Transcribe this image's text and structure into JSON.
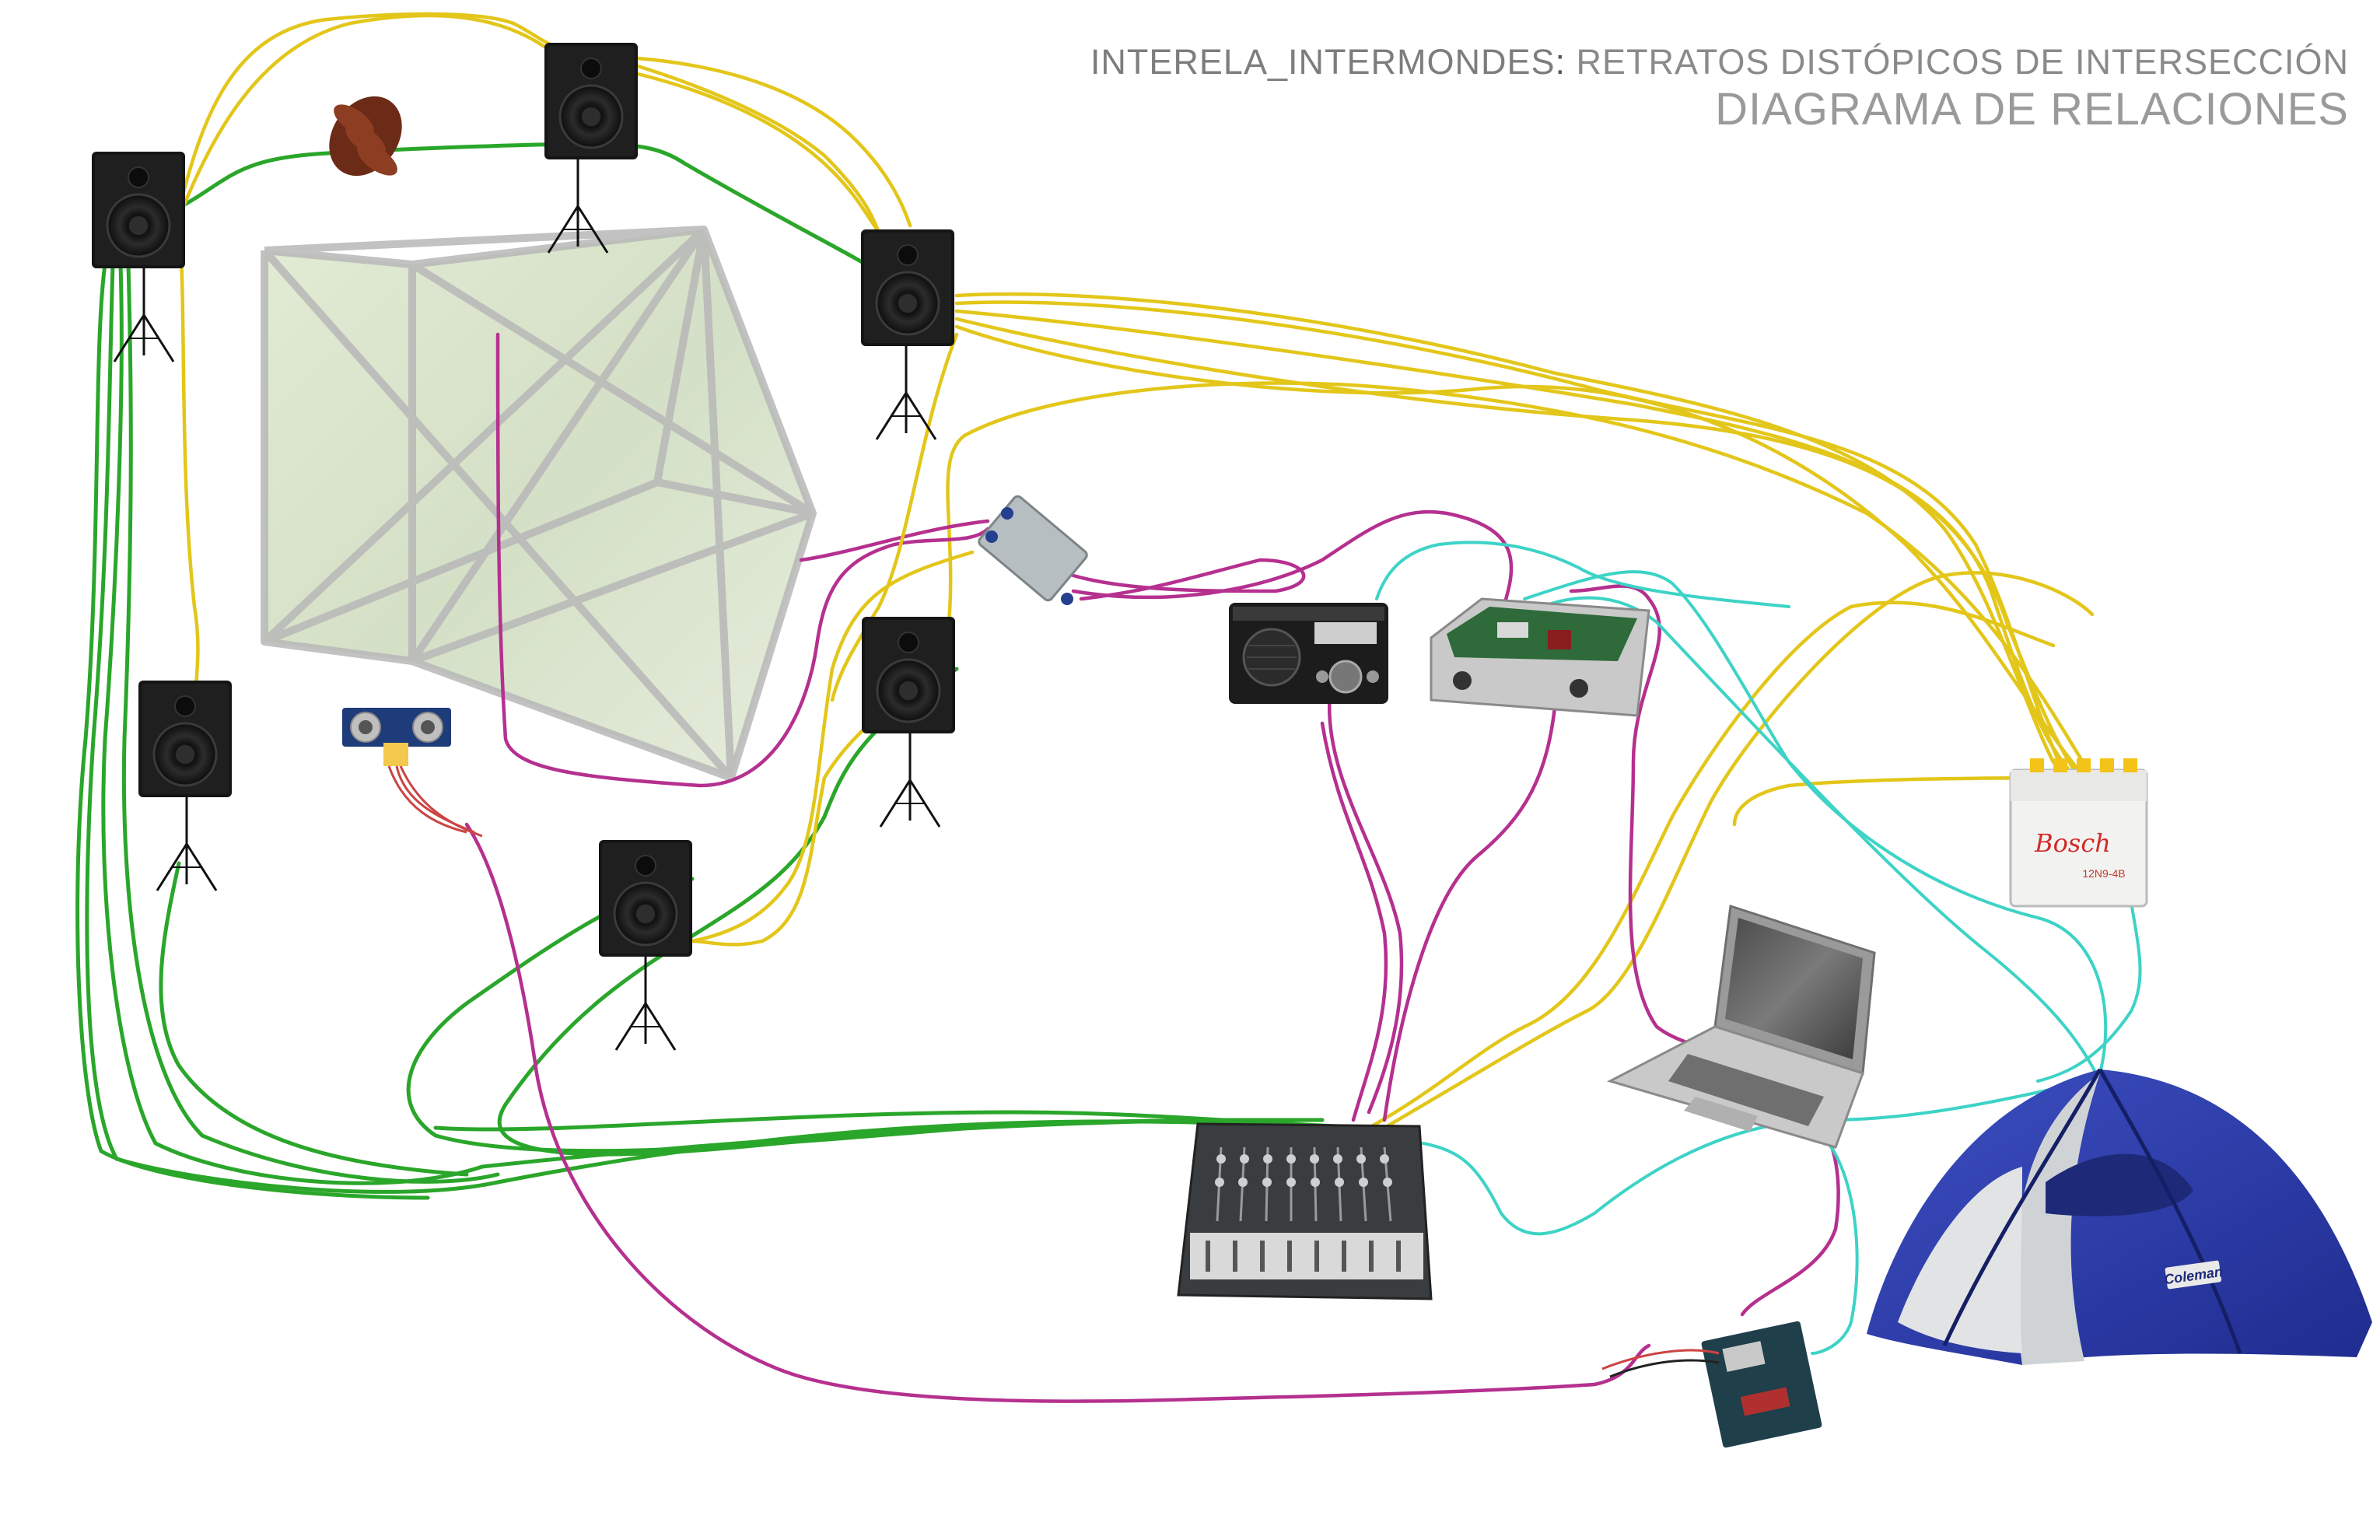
{
  "title": {
    "project": "INTERELA_INTERMONDES",
    "separator": ":",
    "subtitle": "RETRATOS DISTÓPICOS DE INTERSECCIÓN",
    "heading": "DIAGRAMA DE RELACIONES"
  },
  "devices": {
    "battery_brand": "Bosch",
    "battery_model": "12N9-4B",
    "tent_brand": "Coleman"
  },
  "colors": {
    "audio_cable": "#2aa62a",
    "power_cable": "#e3c61a",
    "signal_cable": "#b5308f",
    "data_cable": "#3dd3c6"
  }
}
